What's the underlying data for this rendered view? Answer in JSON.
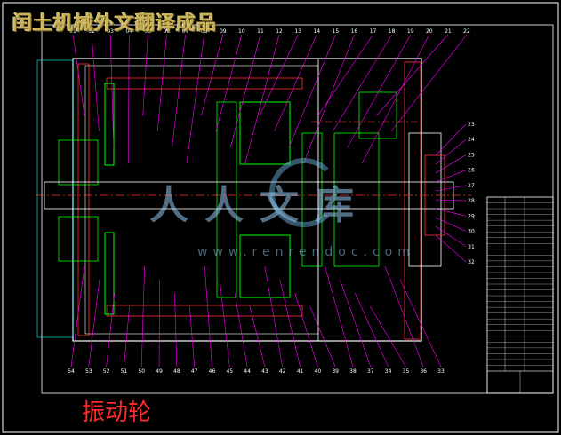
{
  "header": {
    "overlay_title": "闰土机械外文翻译成品"
  },
  "caption": {
    "text": "振动轮"
  },
  "watermark": {
    "cn": "人人文库",
    "en": "www.renrendoc.com"
  },
  "colors": {
    "background": "#000000",
    "frame": "#ffffff",
    "outline": "#ffffff",
    "leaders": "#ff00ff",
    "parts": "#00ff00",
    "hatch": "#ff3333",
    "centerline": "#ff3333",
    "dims": "#00ffff",
    "caption": "#ff2a2a",
    "title_overlay": "#c8b35a"
  },
  "part_numbers_top": [
    "01",
    "02",
    "03",
    "04",
    "05",
    "06",
    "07",
    "08",
    "09",
    "10",
    "11",
    "12",
    "13",
    "14",
    "15",
    "16",
    "17",
    "18",
    "19",
    "20",
    "21",
    "22"
  ],
  "part_numbers_right": [
    "23",
    "24",
    "25",
    "26",
    "27",
    "28",
    "29",
    "30",
    "31",
    "32"
  ],
  "part_numbers_bottom": [
    "54",
    "53",
    "52",
    "51",
    "50",
    "49",
    "48",
    "47",
    "46",
    "45",
    "44",
    "43",
    "42",
    "41",
    "40",
    "39",
    "38",
    "37",
    "34",
    "35",
    "36",
    "33"
  ],
  "title_block": {
    "rows": 30
  }
}
